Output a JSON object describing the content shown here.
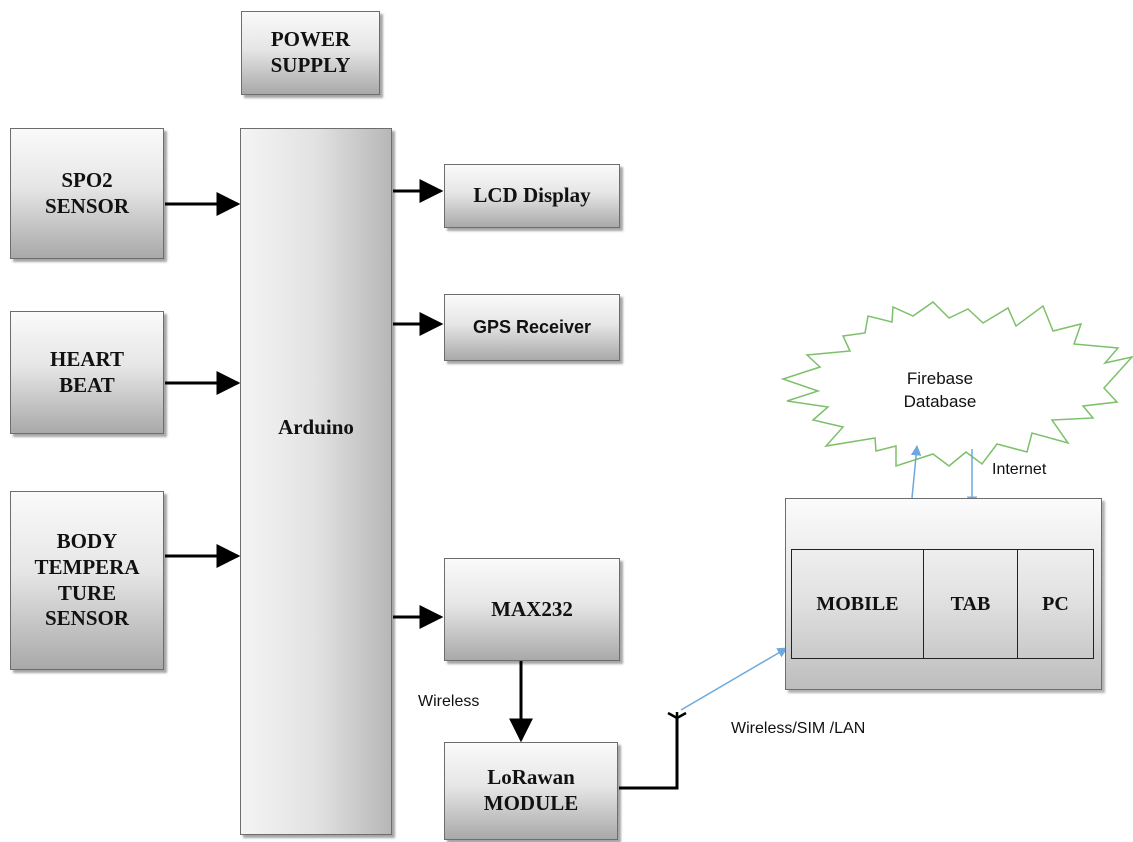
{
  "blocks": {
    "power_supply": "POWER\nSUPPLY",
    "spo2_sensor": "SPO2\nSENSOR",
    "heart_beat": "HEART\nBEAT",
    "body_temperature_sensor": "BODY\nTEMPERA\nTURE\nSENSOR",
    "arduino": "Arduino",
    "lcd_display": "LCD Display",
    "gps_receiver": "GPS Receiver",
    "max232": "MAX232",
    "lorawan_module": "LoRawan\nMODULE"
  },
  "cloud": {
    "line1": "Firebase",
    "line2": "Database"
  },
  "devices": {
    "mobile": "MOBILE",
    "tab": "TAB",
    "pc": "PC"
  },
  "labels": {
    "wireless": "Wireless",
    "wireless_sim_lan": "Wireless/SIM /LAN",
    "internet": "Internet"
  },
  "colors": {
    "arrow": "#000000",
    "link_arrow": "#6fa8dc",
    "cloud_outline": "#7cc06a"
  }
}
